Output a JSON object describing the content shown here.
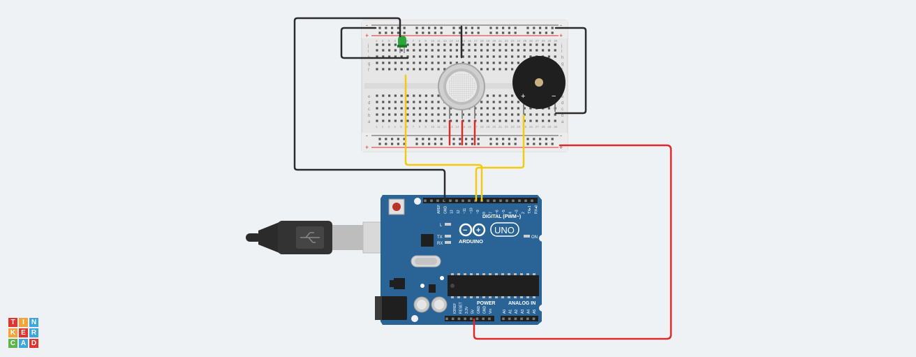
{
  "app": {
    "logo_letters": [
      "T",
      "I",
      "N",
      "K",
      "E",
      "R",
      "C",
      "A",
      "D"
    ],
    "logo_colors": [
      "#e2342e",
      "#f2a33a",
      "#3fa6db",
      "#f2a33a",
      "#e2342e",
      "#3fa6db",
      "#5bb54b",
      "#3fa6db",
      "#e2342e"
    ]
  },
  "breadboard": {
    "row_letters_top": [
      "j",
      "i",
      "h",
      "g",
      "f"
    ],
    "row_letters_bottom": [
      "e",
      "d",
      "c",
      "b",
      "a"
    ],
    "column_numbers": [
      "1",
      "2",
      "3",
      "4",
      "5",
      "6",
      "7",
      "8",
      "9",
      "10",
      "11",
      "12",
      "13",
      "14",
      "15",
      "16",
      "17",
      "18",
      "19",
      "20",
      "21",
      "22",
      "23",
      "24",
      "25",
      "26",
      "27",
      "28",
      "29",
      "30"
    ],
    "rail_plus": "+",
    "rail_minus": "-"
  },
  "arduino": {
    "brand": "ARDUINO",
    "model": "UNO",
    "digital_label": "DIGITAL (PWM~)",
    "power_label": "POWER",
    "analog_label": "ANALOG IN",
    "on_label": "ON",
    "l_label": "L",
    "tx_label": "TX",
    "rx_label": "RX",
    "digital_pins": [
      "AREF",
      "GND",
      "13",
      "12",
      "~11",
      "~10",
      "~9",
      "8",
      "7",
      "~6",
      "~5",
      "4",
      "~3",
      "2",
      "TX▸1",
      "RX◂0"
    ],
    "power_pins": [
      "IOREF",
      "RESET",
      "3.3V",
      "5V",
      "GND",
      "GND",
      "Vin"
    ],
    "analog_pins": [
      "A0",
      "A1",
      "A2",
      "A3",
      "A4",
      "A5"
    ]
  },
  "buzzer": {
    "plus": "+",
    "minus": "−"
  },
  "colors": {
    "background": "#eff2f5",
    "wire_black": "#2b2b2b",
    "wire_yellow": "#f2ca12",
    "wire_red": "#d92b2b",
    "board_blue": "#2a6496",
    "breadboard": "#e6e6e6",
    "led_green": "#2ea43a"
  }
}
